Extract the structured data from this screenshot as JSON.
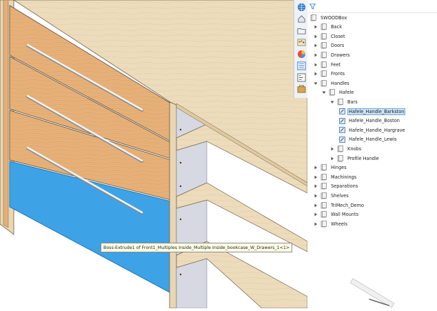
{
  "viewport": {
    "tooltip": "Boss-Extrude1 of Front1_Multiples Inside_Multiple Inside_bookcase_W_Drawers_1<1>",
    "colors": {
      "drawer_wood": "#e6b27a",
      "carcass_wood": "#ecd9b5",
      "shelf_wood": "#e9d6b2",
      "selected_face": "#3da3e6",
      "inner_panel": "#d6d9e2",
      "handle": "#f2f2f2"
    }
  },
  "side_toolbar": {
    "icons": [
      "globe-icon",
      "home-icon",
      "open-folder-icon",
      "palette-icon",
      "appearance-icon",
      "list-icon",
      "properties-icon",
      "tools-icon"
    ]
  },
  "tree": {
    "filter_icon": "filter-icon",
    "root": "SWOODBox",
    "items": [
      {
        "label": "Back",
        "indent": 1,
        "expanded": false,
        "type": "folder"
      },
      {
        "label": "Closet",
        "indent": 1,
        "expanded": false,
        "type": "folder"
      },
      {
        "label": "Doors",
        "indent": 1,
        "expanded": false,
        "type": "folder"
      },
      {
        "label": "Drawers",
        "indent": 1,
        "expanded": false,
        "type": "folder"
      },
      {
        "label": "Feet",
        "indent": 1,
        "expanded": false,
        "type": "folder"
      },
      {
        "label": "Fronts",
        "indent": 1,
        "expanded": false,
        "type": "folder"
      },
      {
        "label": "Handles",
        "indent": 1,
        "expanded": true,
        "type": "folder"
      },
      {
        "label": "Hafele",
        "indent": 2,
        "expanded": true,
        "type": "folder"
      },
      {
        "label": "Bars",
        "indent": 3,
        "expanded": true,
        "type": "folder"
      },
      {
        "label": "Hafele_Handle_Barkston",
        "indent": 4,
        "type": "part",
        "selected": true
      },
      {
        "label": "Hafele_Handle_Boston",
        "indent": 4,
        "type": "part"
      },
      {
        "label": "Hafele_Handle_Hargrave",
        "indent": 4,
        "type": "part"
      },
      {
        "label": "Hafele_Handle_Lewis",
        "indent": 4,
        "type": "part"
      },
      {
        "label": "Knobs",
        "indent": 3,
        "expanded": false,
        "type": "folder"
      },
      {
        "label": "Profile Handle",
        "indent": 3,
        "expanded": false,
        "type": "folder"
      },
      {
        "label": "Hinges",
        "indent": 1,
        "expanded": false,
        "type": "folder"
      },
      {
        "label": "Machinings",
        "indent": 1,
        "expanded": false,
        "type": "folder"
      },
      {
        "label": "Separations",
        "indent": 1,
        "expanded": false,
        "type": "folder"
      },
      {
        "label": "Shelves",
        "indent": 1,
        "expanded": false,
        "type": "folder"
      },
      {
        "label": "TriMech_Demo",
        "indent": 1,
        "expanded": false,
        "type": "folder"
      },
      {
        "label": "Wall Mounts",
        "indent": 1,
        "expanded": false,
        "type": "folder"
      },
      {
        "label": "Wheels",
        "indent": 1,
        "expanded": false,
        "type": "folder"
      }
    ]
  }
}
